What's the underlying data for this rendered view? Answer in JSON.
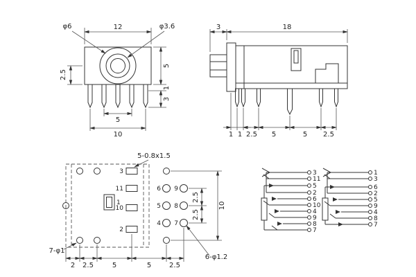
{
  "drawing": {
    "line_color": "#333333",
    "bg_color": "#ffffff"
  },
  "front_view": {
    "dims": {
      "outer_diameter": "φ6",
      "body_width": "12",
      "inner_diameter": "φ3.6",
      "left_height": "2.5",
      "body_height": "5",
      "shoulder": "1",
      "pin_length": "3",
      "pin_pitch": "5",
      "pin_span": "10"
    }
  },
  "side_view": {
    "dims": {
      "bushing_depth": "3",
      "body_length": "18",
      "bottom": [
        "1",
        "1",
        "2.5",
        "5",
        "5",
        "2.5"
      ]
    }
  },
  "bottom_view": {
    "labels": {
      "slots": "5-0.8x1.5",
      "holes_small": "7-φ1",
      "holes_large": "6-φ1.2"
    },
    "dims": {
      "row_pitch_1": "2.5",
      "row_pitch_2": "2.5",
      "row_span": "10",
      "bottom": [
        "2",
        "2.5",
        "5",
        "5",
        "2.5"
      ]
    },
    "pin_numbers": {
      "slot_3": "3",
      "slot_11": "11",
      "slot_1": "1",
      "slot_10": "10",
      "slot_2": "2",
      "hole_6": "6",
      "hole_9": "9",
      "hole_5": "5",
      "hole_8": "8",
      "hole_4": "4",
      "hole_7": "7"
    }
  },
  "schematic": {
    "left_pins": [
      "3",
      "11",
      "5",
      "2",
      "6",
      "10",
      "4",
      "9",
      "8",
      "7"
    ],
    "right_pins": [
      "1",
      "3",
      "6",
      "2",
      "5",
      "9",
      "4",
      "8",
      "7"
    ]
  }
}
